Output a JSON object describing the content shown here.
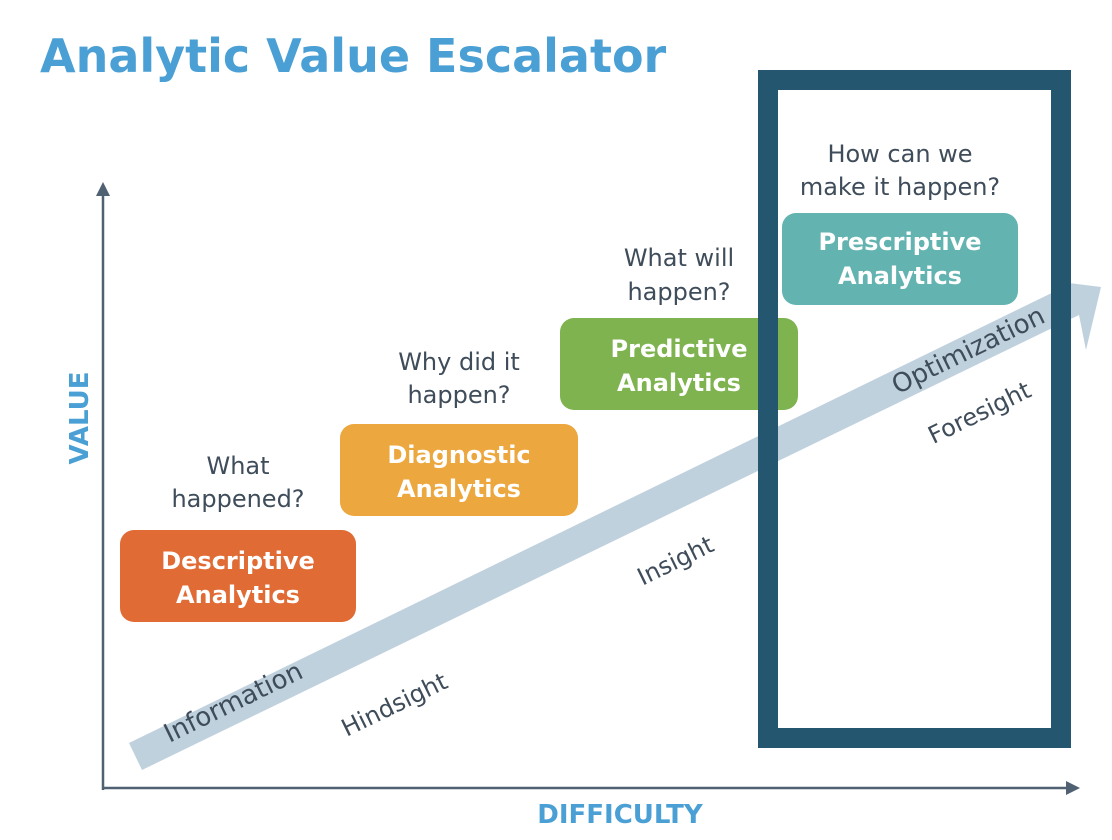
{
  "title": "Analytic Value Escalator",
  "axes": {
    "y_label": "VALUE",
    "x_label": "DIFFICULTY"
  },
  "stages": [
    {
      "question_line1": "What",
      "question_line2": "happened?",
      "label_line1": "Descriptive",
      "label_line2": "Analytics",
      "color": "#e16b35"
    },
    {
      "question_line1": "Why did it",
      "question_line2": "happen?",
      "label_line1": "Diagnostic",
      "label_line2": "Analytics",
      "color": "#eca73e"
    },
    {
      "question_line1": "What will",
      "question_line2": "happen?",
      "label_line1": "Predictive",
      "label_line2": "Analytics",
      "color": "#7eb34f"
    },
    {
      "question_line1": "How can we",
      "question_line2": "make it happen?",
      "label_line1": "Prescriptive",
      "label_line2": "Analytics",
      "color": "#63b3b0"
    }
  ],
  "escalator": {
    "band_labels": [
      "Information",
      "Optimization"
    ],
    "lower_labels": [
      "Hindsight",
      "Insight",
      "Foresight"
    ],
    "band_color": "#c0d1de"
  },
  "colors": {
    "title": "#4a9fd4",
    "axis": "#4f6172",
    "axis_label": "#4a9fd4",
    "highlight_frame": "#24566f",
    "text_dark": "#3f4c5a"
  }
}
